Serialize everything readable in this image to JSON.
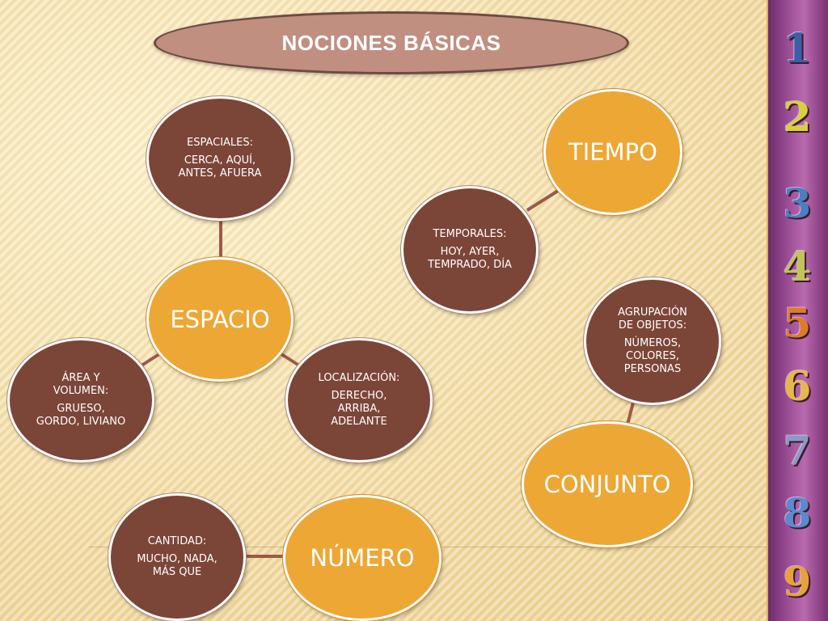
{
  "title": "NOCIONES BÁSICAS",
  "nodes": {
    "espacio": "ESPACIO",
    "tiempo": "TIEMPO",
    "conjunto": "CONJUNTO",
    "numero": "NÚMERO",
    "espaciales": {
      "head": "ESPACIALES:",
      "body": "CERCA, AQUÍ, ANTES, AFUERA"
    },
    "area": {
      "head": "ÁREA Y VOLUMEN:",
      "body": "GRUESO, GORDO, LIVIANO"
    },
    "localizacion": {
      "head": "LOCALIZACIÓN:",
      "body": "DERECHO, ARRIBA, ADELANTE"
    },
    "temporales": {
      "head": "TEMPORALES:",
      "body": "HOY, AYER, TEMPRADO, DÍA"
    },
    "agrupacion": {
      "head": "AGRUPACIÓN DE OBJETOS:",
      "body": "NÚMEROS, COLORES, PERSONAS"
    },
    "cantidad": {
      "head": "CANTIDAD:",
      "body": "MUCHO, NADA, MÁS QUE"
    }
  },
  "sidebar_digits": [
    "1",
    "2",
    "3",
    "4",
    "5",
    "6",
    "7",
    "8",
    "9"
  ],
  "colors": {
    "hub": "#eda735",
    "leaf": "#7b4538",
    "connector": "#9b5a4a",
    "digits": [
      "#3d5fa8",
      "#d8d23a",
      "#4a7fc0",
      "#c0c45a",
      "#e07a2a",
      "#e6b84a",
      "#8a9ac8",
      "#5a8ad0",
      "#e8a23a"
    ]
  }
}
